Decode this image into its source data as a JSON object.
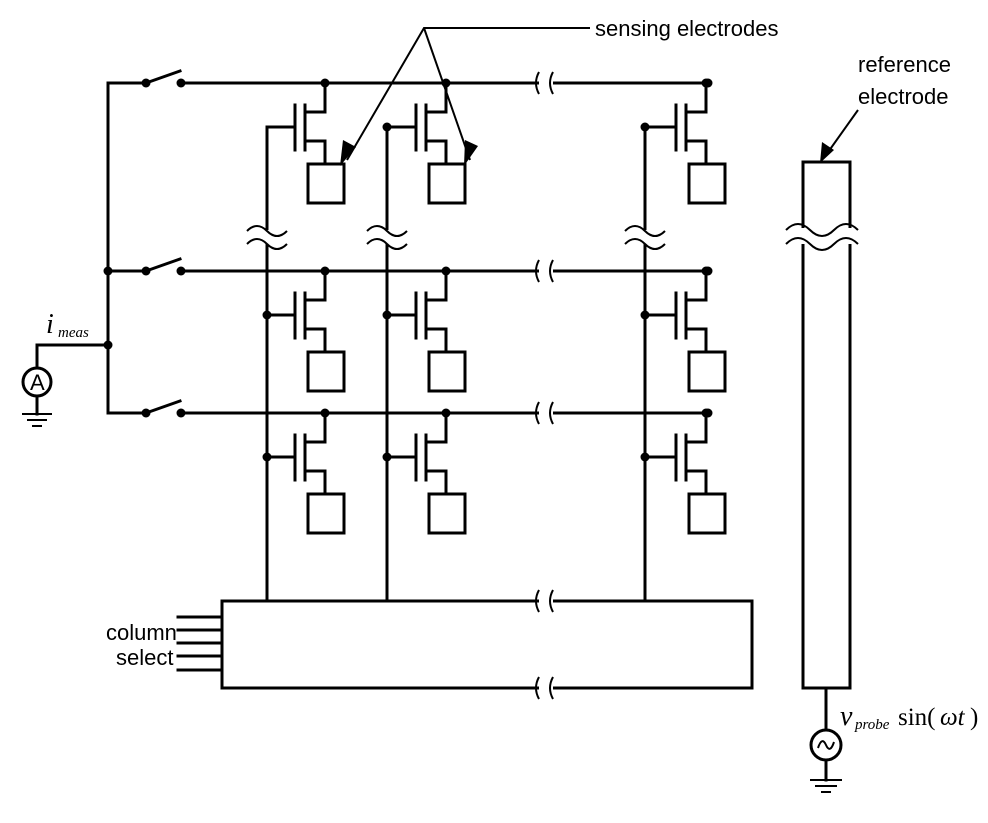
{
  "labels": {
    "sensing": "sensing electrodes",
    "reference_line1": "reference",
    "reference_line2": "electrode",
    "column_line1": "column",
    "column_line2": "select",
    "i_sym": "i",
    "i_sub": "meas",
    "ammeter": "A",
    "v_sym": "v",
    "v_sub": "probe",
    "sin_expr": "sin(",
    "omega_t": "ωt",
    "close_paren": ")"
  },
  "grid": {
    "rows": 3,
    "columns": 3
  }
}
